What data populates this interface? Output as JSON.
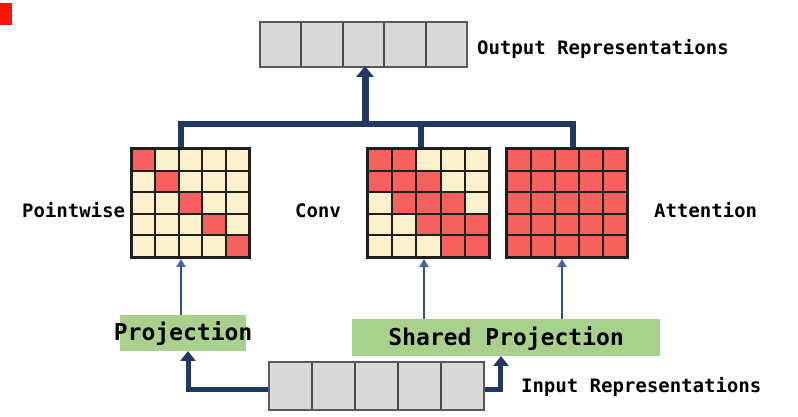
{
  "title": "Shared projection attention diagram",
  "colors": {
    "red": "#f7605c",
    "cream": "#fcf1cd",
    "green": "#a9d18e",
    "gray": "#d9d9d9",
    "navy": "#1f3864",
    "thin": "#2e5395",
    "corner": "#f51607"
  },
  "output": {
    "label": "Output Representations",
    "cells": 5
  },
  "input": {
    "label": "Input Representations",
    "cells": 5
  },
  "matrices": [
    {
      "id": "pointwise",
      "label": "Pointwise",
      "pattern": [
        [
          1,
          0,
          0,
          0,
          0
        ],
        [
          0,
          1,
          0,
          0,
          0
        ],
        [
          0,
          0,
          1,
          0,
          0
        ],
        [
          0,
          0,
          0,
          1,
          0
        ],
        [
          0,
          0,
          0,
          0,
          1
        ]
      ]
    },
    {
      "id": "conv",
      "label": "Conv",
      "pattern": [
        [
          1,
          1,
          0,
          0,
          0
        ],
        [
          1,
          1,
          1,
          0,
          0
        ],
        [
          0,
          1,
          1,
          1,
          0
        ],
        [
          0,
          0,
          1,
          1,
          1
        ],
        [
          0,
          0,
          0,
          1,
          1
        ]
      ]
    },
    {
      "id": "attention",
      "label": "Attention",
      "pattern": [
        [
          1,
          1,
          1,
          1,
          1
        ],
        [
          1,
          1,
          1,
          1,
          1
        ],
        [
          1,
          1,
          1,
          1,
          1
        ],
        [
          1,
          1,
          1,
          1,
          1
        ],
        [
          1,
          1,
          1,
          1,
          1
        ]
      ]
    }
  ],
  "projections": [
    {
      "id": "projection",
      "label": "Projection"
    },
    {
      "id": "shared-projection",
      "label": "Shared Projection"
    }
  ]
}
